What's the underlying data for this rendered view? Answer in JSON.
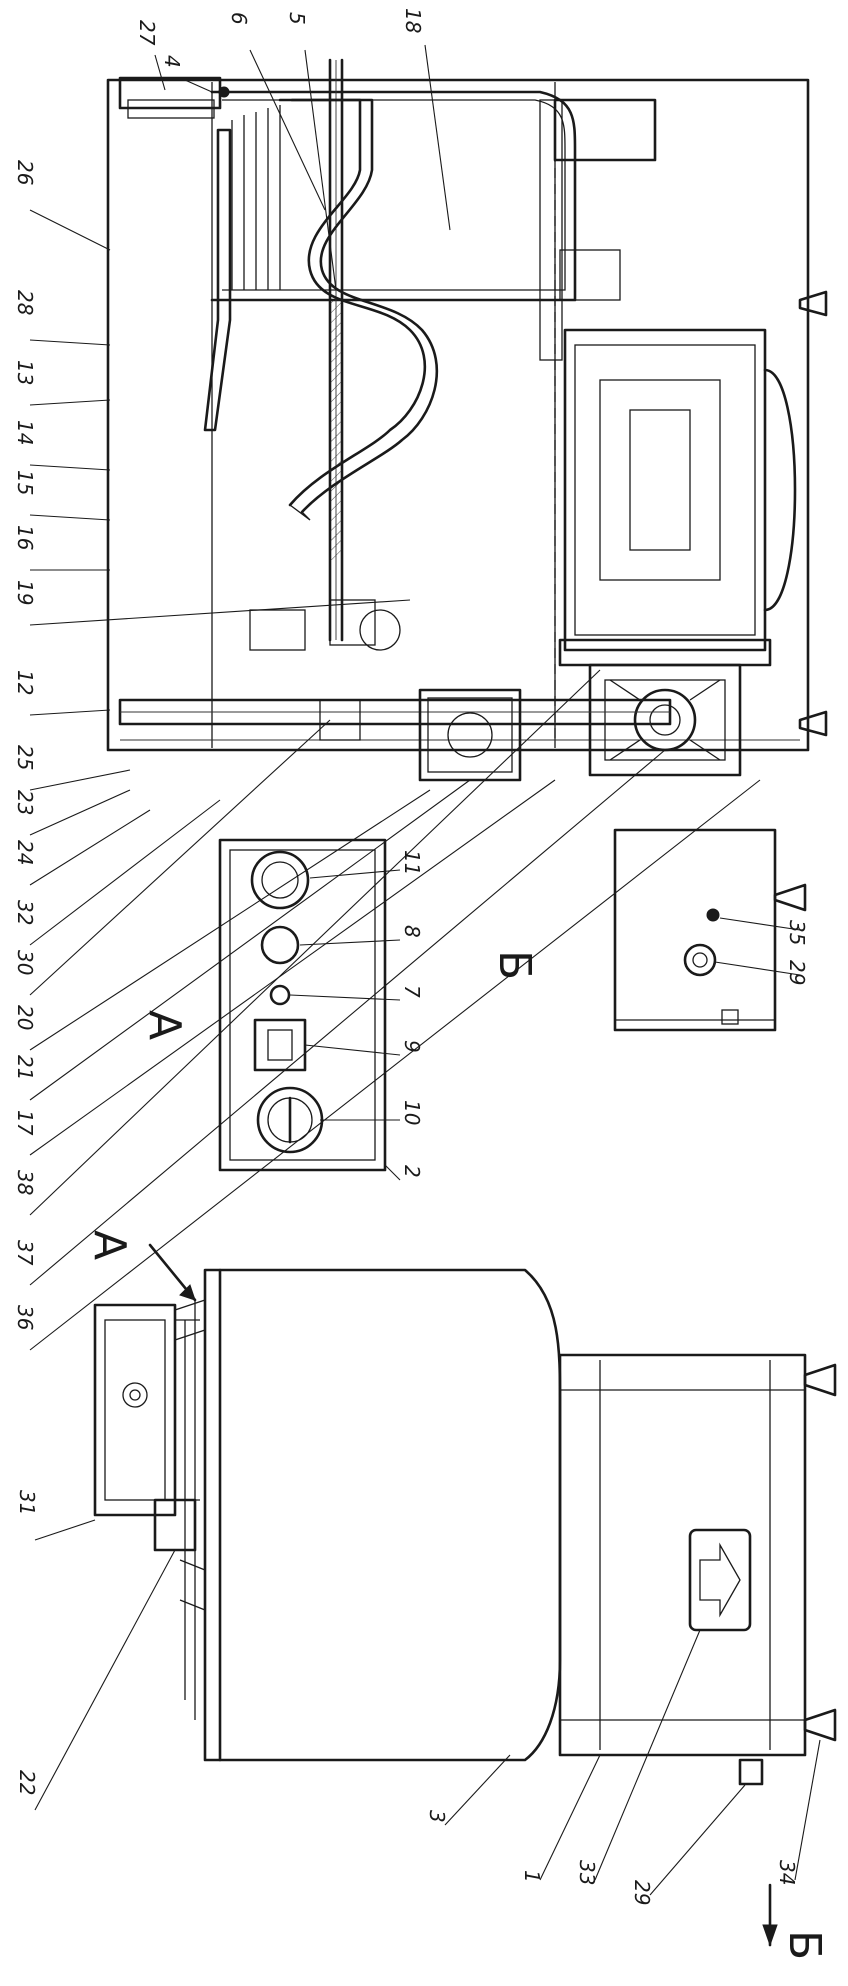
{
  "view_labels": {
    "view_a_title": "А",
    "view_a_arrow": "А",
    "view_b_title": "Б",
    "view_b_arrow": "Б"
  },
  "callouts": {
    "c1": "1",
    "c2": "2",
    "c3": "3",
    "c4": "4",
    "c5": "5",
    "c6": "6",
    "c7": "7",
    "c8": "8",
    "c9": "9",
    "c10": "10",
    "c11": "11",
    "c12": "12",
    "c13": "13",
    "c14": "14",
    "c15": "15",
    "c16": "16",
    "c17": "17",
    "c18": "18",
    "c19": "19",
    "c20": "20",
    "c21": "21",
    "c22": "22",
    "c23": "23",
    "c24": "24",
    "c25": "25",
    "c26": "26",
    "c27": "27",
    "c28": "28",
    "c29a": "29",
    "c29b": "29",
    "c30": "30",
    "c31": "31",
    "c32": "32",
    "c33": "33",
    "c34": "34",
    "c35": "35",
    "c36": "36",
    "c37": "37",
    "c38": "38"
  }
}
